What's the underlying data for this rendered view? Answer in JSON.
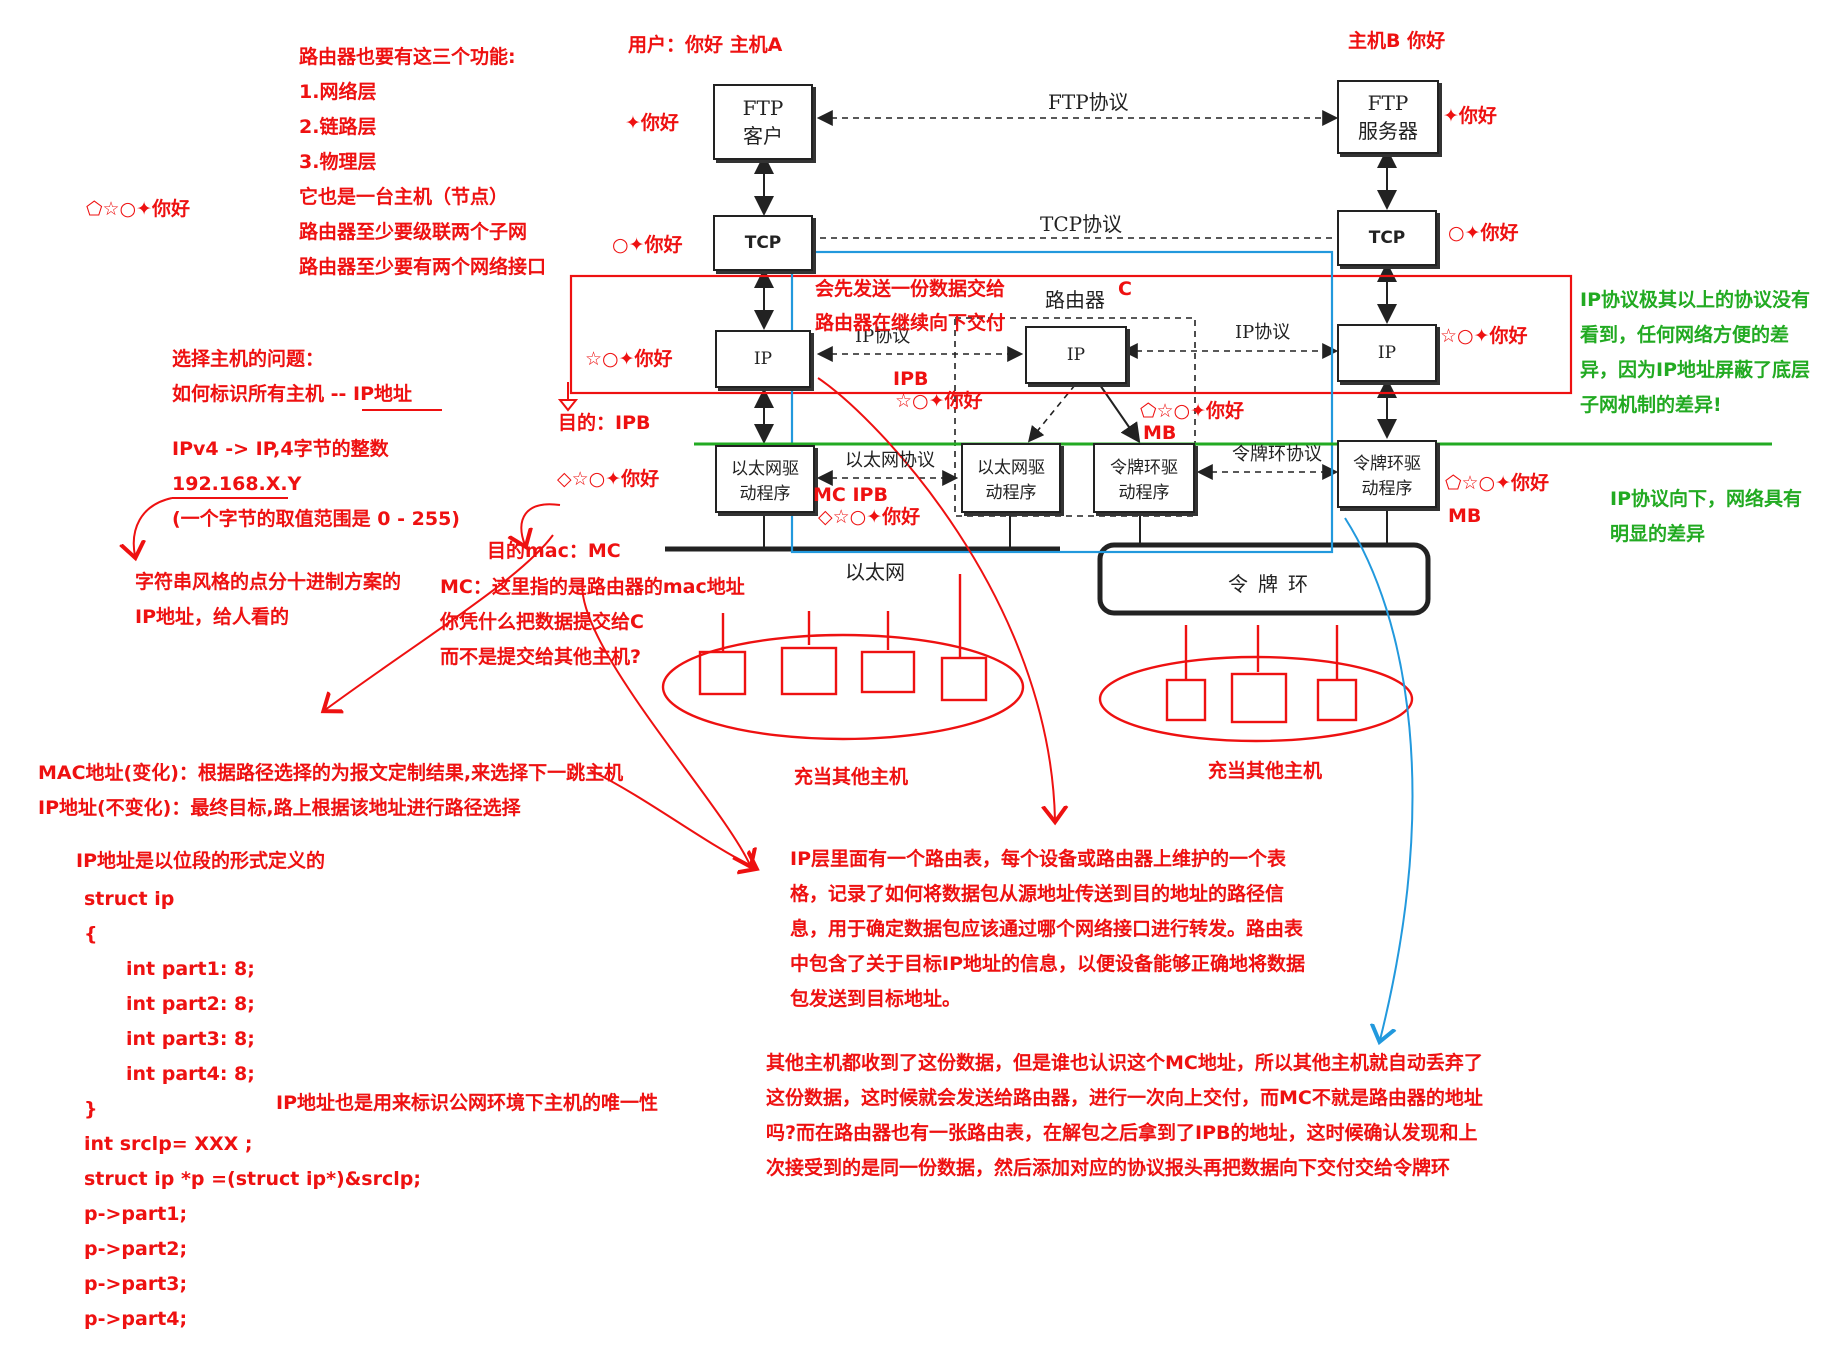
{
  "colors": {
    "red": "#ee1111",
    "green": "#22aa22",
    "blue": "#2299dd",
    "ink": "#222222"
  },
  "top": {
    "host_a": "用户：你好   主机A",
    "host_b": "主机B   你好"
  },
  "router_functions": [
    "路由器也要有这三个功能:",
    "1.网络层",
    "2.链路层",
    "3.物理层",
    "它也是一台主机（节点）",
    "路由器至少要级联两个子网",
    "路由器至少要有两个网络接口"
  ],
  "hello": "你好",
  "boxes": {
    "ftp_client": [
      "FTP",
      "客户"
    ],
    "ftp_server": [
      "FTP",
      "服务器"
    ],
    "tcp": "TCP",
    "ip": "IP",
    "eth_driver": [
      "以太网驱",
      "动程序"
    ],
    "token_driver": [
      "令牌环驱",
      "动程序"
    ],
    "ethernet": "以太网",
    "token_ring": "令牌环",
    "router": "路由器"
  },
  "protocols": {
    "ftp": "FTP协议",
    "tcp": "TCP协议",
    "ip_left": "IP协议",
    "ip_right": "IP协议",
    "eth": "以太网协议",
    "token": "令牌环协议"
  },
  "overlay": {
    "router_c": "C",
    "send_copy": "会先发送一份数据交给",
    "router_forward": "路由器在继续向下交付",
    "ipb": "IPB",
    "mb_top": "MB",
    "mb_right": "MB",
    "mc_ipb": "MC IPB",
    "goal_ipb": "目的：IPB",
    "goal_mac": "目的mac：MC",
    "mc_question": [
      "MC：这里指的是路由器的mac地址",
      "你凭什么把数据提交给C",
      "而不是提交给其他主机?"
    ],
    "other_hosts": "充当其他主机"
  },
  "select_host": [
    "选择主机的问题：",
    "如何标识所有主机 -- IP地址"
  ],
  "ipv4": [
    "IPv4 -> IP,4字节的整数",
    "192.168.X.Y",
    "(一个字节的取值范围是 0 - 255)"
  ],
  "dotted_decimal": [
    "字符串风格的点分十进制方案的",
    "IP地址，给人看的"
  ],
  "mac_ip": [
    "MAC地址(变化)：根据路径选择的为报文定制结果,来选择下一跳主机",
    "IP地址(不变化)：最终目标,路上根据该地址进行路径选择"
  ],
  "code_title": "IP地址是以位段的形式定义的",
  "code": [
    "struct ip",
    "{",
    "int part1: 8;",
    "int part2: 8;",
    "int part3: 8;",
    "int part4: 8;",
    "}",
    "int srclp= XXX ;",
    "struct ip *p =(struct ip*)&srclp;",
    "p->part1;",
    "p->part2;",
    "p->part3;",
    "p->part4;"
  ],
  "ip_unique": "IP地址也是用来标识公网环境下主机的唯一性",
  "green_notes": {
    "above": [
      "IP协议极其以上的协议没有",
      "看到，任何网络方便的差",
      "异，因为IP地址屏蔽了底层",
      "子网机制的差异!"
    ],
    "below": [
      "IP协议向下，网络具有",
      "明显的差异"
    ]
  },
  "routing_table": [
    "IP层里面有一个路由表，每个设备或路由器上维护的一个表",
    "格，记录了如何将数据包从源地址传送到目的地址的路径信",
    "息，用于确定数据包应该通过哪个网络接口进行转发。路由表",
    "中包含了关于目标IP地址的信息，以便设备能够正确地将数据",
    "包发送到目标地址。"
  ],
  "others_received": [
    "其他主机都收到了这份数据，但是谁也认识这个MC地址，所以其他主机就自动丢弃了",
    "这份数据，这时候就会发送给路由器，进行一次向上交付，而MC不就是路由器的地址",
    "吗?而在路由器也有一张路由表，在解包之后拿到了IPB的地址，这时候确认发现和上",
    "次接受到的是同一份数据，然后添加对应的协议报头再把数据向下交付交给令牌环"
  ]
}
